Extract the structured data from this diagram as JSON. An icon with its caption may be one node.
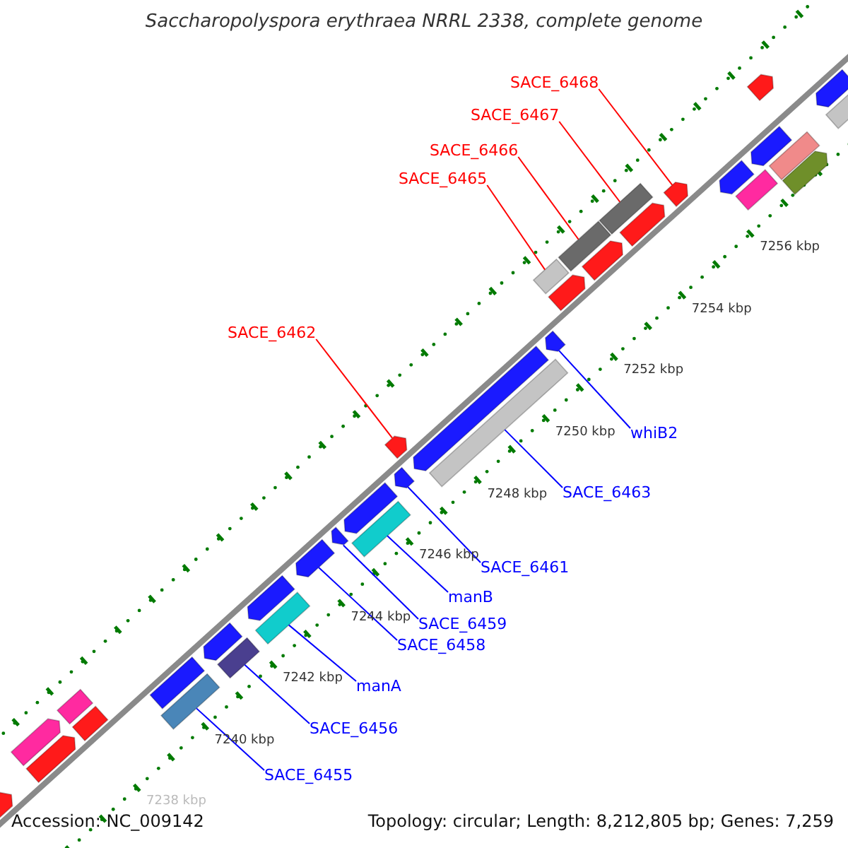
{
  "diagram": {
    "title": "Saccharopolyspora erythraea NRRL 2338, complete genome",
    "nodes": [
      {
        "text": [
          "SACE_6468"
        ]
      },
      {
        "text": [
          "SACE_6467"
        ]
      },
      {
        "text": [
          "SACE_6466"
        ]
      },
      {
        "text": [
          "SACE_6465"
        ]
      },
      {
        "text": [
          "SACE_6462"
        ]
      },
      {
        "text": [
          "whiB2"
        ]
      },
      {
        "text": [
          "SACE_6463"
        ]
      },
      {
        "text": [
          "SACE_6461"
        ]
      },
      {
        "text": [
          "manB"
        ]
      },
      {
        "text": [
          "SACE_6459"
        ]
      },
      {
        "text": [
          "SACE_6458"
        ]
      },
      {
        "text": [
          "manA"
        ]
      },
      {
        "text": [
          "SACE_6456"
        ]
      },
      {
        "text": [
          "SACE_6455"
        ]
      },
      {
        "text": [],
        "shape": "pentagon"
      },
      {
        "text": [],
        "shape": "bar"
      },
      {
        "text": [],
        "shape": "bar"
      },
      {
        "text": [],
        "shape": "bar"
      },
      {
        "text": [],
        "shape": "pentagon"
      },
      {
        "text": [],
        "shape": "pentagon"
      },
      {
        "text": [],
        "shape": "bar"
      },
      {
        "text": [],
        "shape": "pentagon"
      },
      {
        "text": [],
        "shape": "bar"
      },
      {
        "text": [],
        "shape": "pentagon"
      },
      {
        "text": [],
        "shape": "pentagon"
      },
      {
        "text": [],
        "shape": "bar"
      },
      {
        "text": [],
        "shape": "bar"
      },
      {
        "text": [],
        "shape": "bar"
      },
      {
        "text": [],
        "shape": "pentagon"
      },
      {
        "text": [],
        "shape": "pentagon"
      },
      {
        "text": [],
        "shape": "pentagon"
      },
      {
        "text": [],
        "shape": "pentagon"
      },
      {
        "text": [],
        "shape": "pentagon"
      },
      {
        "text": [],
        "shape": "pentagon"
      },
      {
        "text": [],
        "shape": "pentagon"
      },
      {
        "text": [],
        "shape": "pentagon"
      },
      {
        "text": [],
        "shape": "pentagon"
      },
      {
        "text": [],
        "shape": "pentagon"
      },
      {
        "text": [],
        "shape": "pentagon"
      },
      {
        "text": [],
        "shape": "bar"
      },
      {
        "text": [],
        "shape": "bar"
      },
      {
        "text": [],
        "shape": "bar"
      },
      {
        "text": [],
        "shape": "pentagon"
      },
      {
        "text": [],
        "shape": "bar"
      },
      {
        "text": [],
        "shape": "bar"
      },
      {
        "text": [],
        "shape": "bar"
      },
      {
        "text": [],
        "shape": "pentagon"
      },
      {
        "text": [],
        "shape": "pentagon"
      },
      {
        "text": [],
        "shape": "pentagon"
      }
    ],
    "edges": [
      {
        "from": 0,
        "to": 14,
        "arrow": "none",
        "color": "#ff0000"
      },
      {
        "from": 1,
        "to": 15,
        "arrow": "none",
        "color": "#ff0000"
      },
      {
        "from": 2,
        "to": 16,
        "arrow": "none",
        "color": "#ff0000"
      },
      {
        "from": 3,
        "to": 17,
        "arrow": "none",
        "color": "#ff0000"
      },
      {
        "from": 4,
        "to": 18,
        "arrow": "none",
        "color": "#ff0000"
      },
      {
        "from": 5,
        "to": 19,
        "arrow": "none"
      },
      {
        "from": 6,
        "to": 20,
        "arrow": "none"
      },
      {
        "from": 7,
        "to": 21,
        "arrow": "none"
      },
      {
        "from": 8,
        "to": 22,
        "arrow": "none"
      },
      {
        "from": 9,
        "to": 23,
        "arrow": "none"
      },
      {
        "from": 10,
        "to": 24,
        "arrow": "none"
      },
      {
        "from": 11,
        "to": 25,
        "arrow": "none"
      },
      {
        "from": 12,
        "to": 26,
        "arrow": "none"
      },
      {
        "from": 13,
        "to": 27,
        "arrow": "none"
      }
    ],
    "labels": [
      "7256 kbp",
      "7254 kbp",
      "7252 kbp",
      "7250 kbp",
      "7248 kbp",
      "7246 kbp",
      "7244 kbp",
      "7242 kbp",
      "7240 kbp",
      "7238 kbp",
      "Accession: NC_009142",
      "Topology: circular; Length: 8,212,805 bp; Genes: 7,259"
    ]
  }
}
